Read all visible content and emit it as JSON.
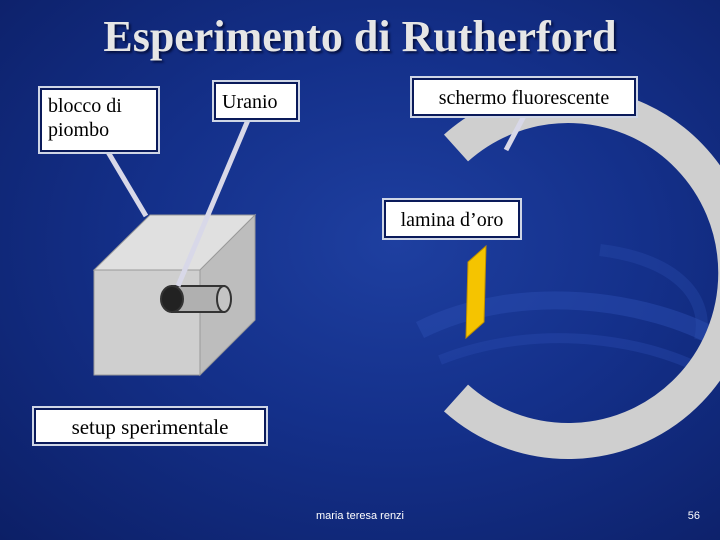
{
  "slide": {
    "title": "Esperimento di Rutherford",
    "labels": {
      "lead_block": "blocco di piombo",
      "uranium": "Uranio",
      "fluorescent_screen": "schermo fluorescente",
      "gold_foil": "lamina d’oro",
      "setup": "setup sperimentale"
    },
    "footer": {
      "author": "maria teresa renzi",
      "page_number": "56"
    }
  },
  "colors": {
    "background": "#14308a",
    "lead_block": "#c8c8c8",
    "screen_ring": "#d0d0d0",
    "gold_foil": "#f5c400",
    "pointer_lines": "#d8d8e8"
  }
}
